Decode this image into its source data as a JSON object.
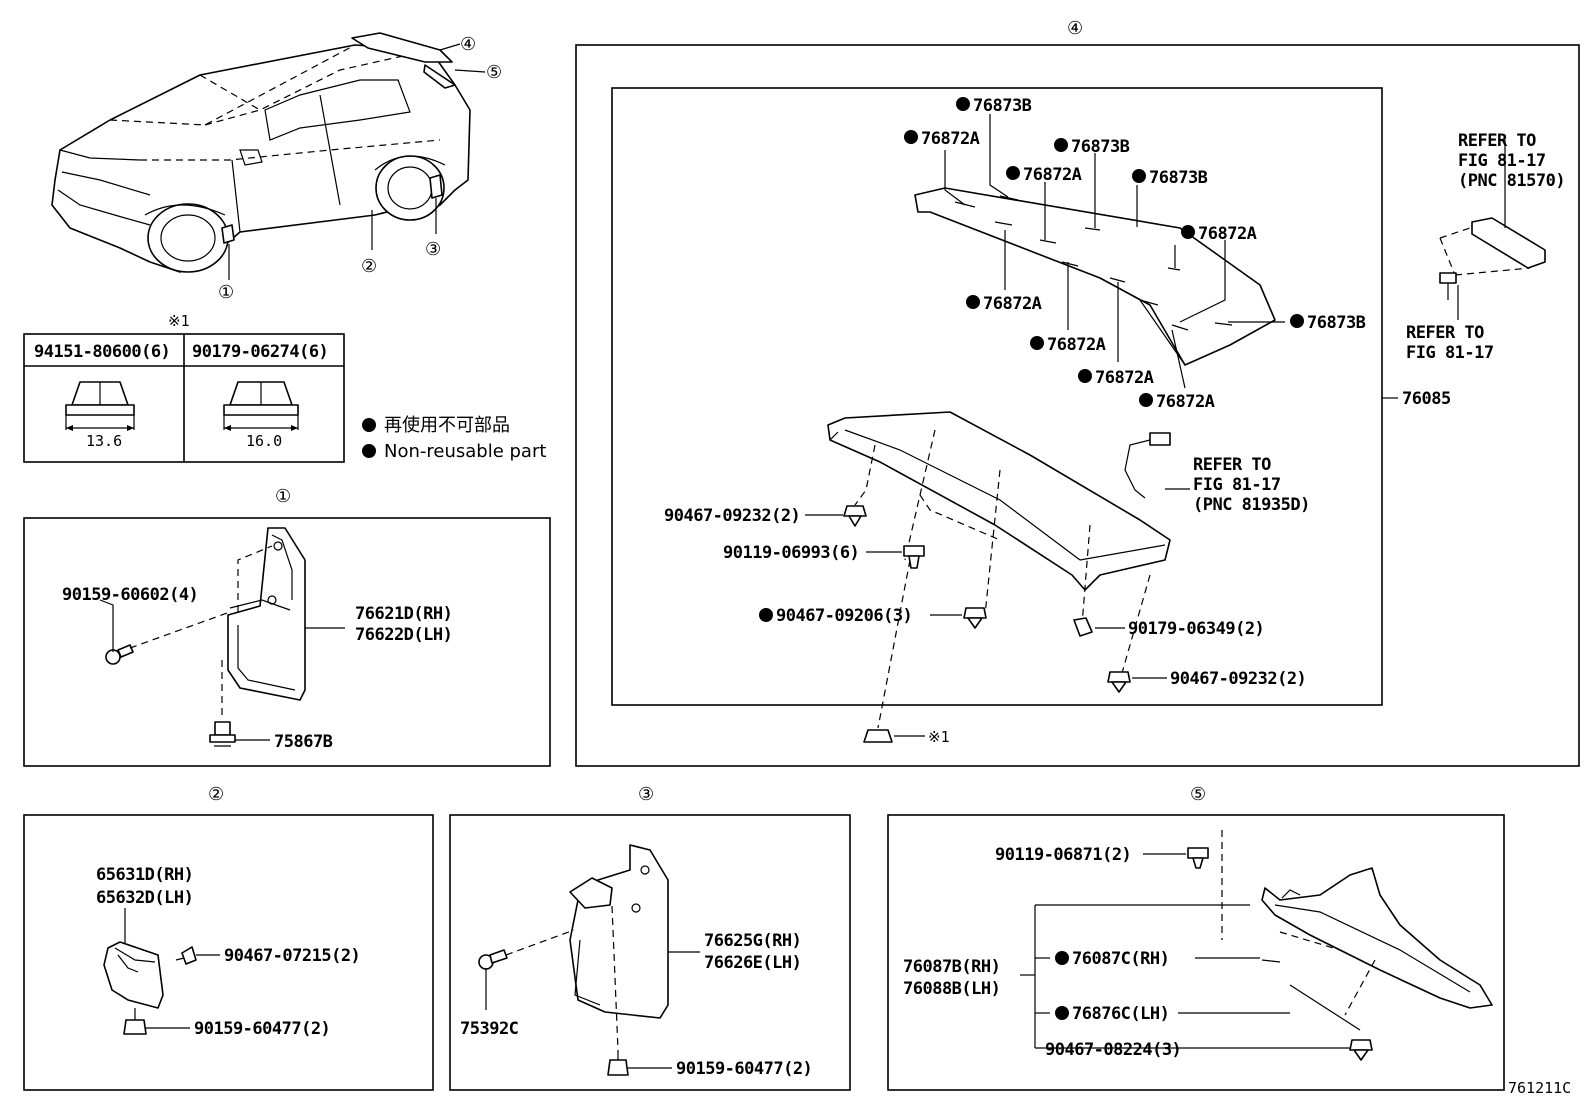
{
  "diagram_id": "761211C",
  "asterisk_note": "※1",
  "nuts": [
    {
      "part": "94151-80600(6)",
      "size": "13.6"
    },
    {
      "part": "90179-06274(6)",
      "size": "16.0"
    }
  ],
  "legend": {
    "jp": "再使用不可部品",
    "en": "Non-reusable part"
  },
  "car_callouts": [
    "①",
    "②",
    "③",
    "④",
    "⑤"
  ],
  "section1": {
    "title": "①",
    "bolt": "90159-60602(4)",
    "flap_rh": "76621D(RH)",
    "flap_lh": "76622D(LH)",
    "clip": "75867B"
  },
  "section2": {
    "title": "②",
    "part_rh": "65631D(RH)",
    "part_lh": "65632D(LH)",
    "clip": "90467-07215(2)",
    "bolt": "90159-60477(2)"
  },
  "section3": {
    "title": "③",
    "flap_rh": "76625G(RH)",
    "flap_lh": "76626E(LH)",
    "bolt_left": "75392C",
    "bolt_bottom": "90159-60477(2)"
  },
  "section4": {
    "title": "④",
    "assembly": "76085",
    "tapes": [
      "76873B",
      "76872A",
      "76873B",
      "76872A",
      "76873B",
      "76872A",
      "76872A",
      "76873B",
      "76872A",
      "76872A",
      "76872A"
    ],
    "refer_top": [
      "REFER TO",
      "FIG 81-17",
      "(PNC 81570)"
    ],
    "refer_mid": [
      "REFER TO",
      "FIG 81-17"
    ],
    "refer_wire": [
      "REFER TO",
      "FIG 81-17",
      "(PNC 81935D)"
    ],
    "clip_a": "90467-09232(2)",
    "screw": "90119-06993(6)",
    "clip_b": "90467-09206(3)",
    "nut": "90179-06349(2)",
    "clip_c": "90467-09232(2)",
    "nut_ref": "※1"
  },
  "section5": {
    "title": "⑤",
    "screw": "90119-06871(2)",
    "cover_rh": "76087B(RH)",
    "cover_lh": "76088B(LH)",
    "tape_rh": "76087C(RH)",
    "tape_lh": "76876C(LH)",
    "clip": "90467-08224(3)"
  }
}
